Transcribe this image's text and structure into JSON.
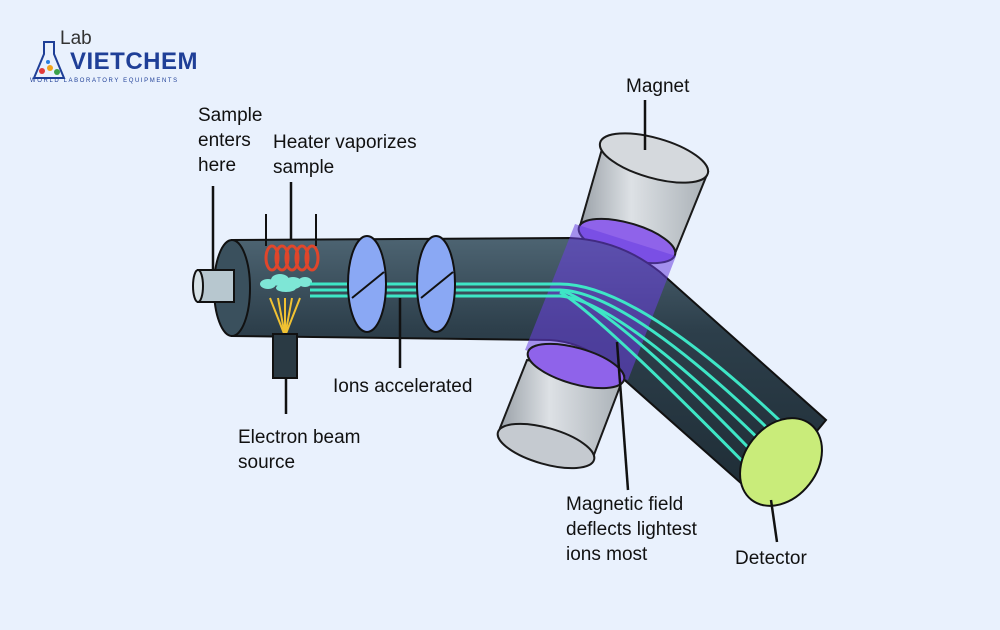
{
  "logo": {
    "lab": "Lab",
    "brand": "VIETCHEM",
    "tagline": "WORLD LABORATORY EQUIPMENTS"
  },
  "labels": {
    "sample": "Sample\nenters\nhere",
    "heater": "Heater vaporizes\nsample",
    "magnet": "Magnet",
    "ions_accelerated": "Ions accelerated",
    "electron_beam": "Electron beam\nsource",
    "magnetic_field": "Magnetic field\ndeflects lightest\nions most",
    "detector": "Detector"
  },
  "colors": {
    "background": "#e9f1fd",
    "tube": "#2d3f4b",
    "ion_beam": "#3ee6c6",
    "field": "#6a3fe0",
    "magnet": "#c7ccd1",
    "detector": "#c9ec7a",
    "heater_coil": "#e0462b"
  }
}
